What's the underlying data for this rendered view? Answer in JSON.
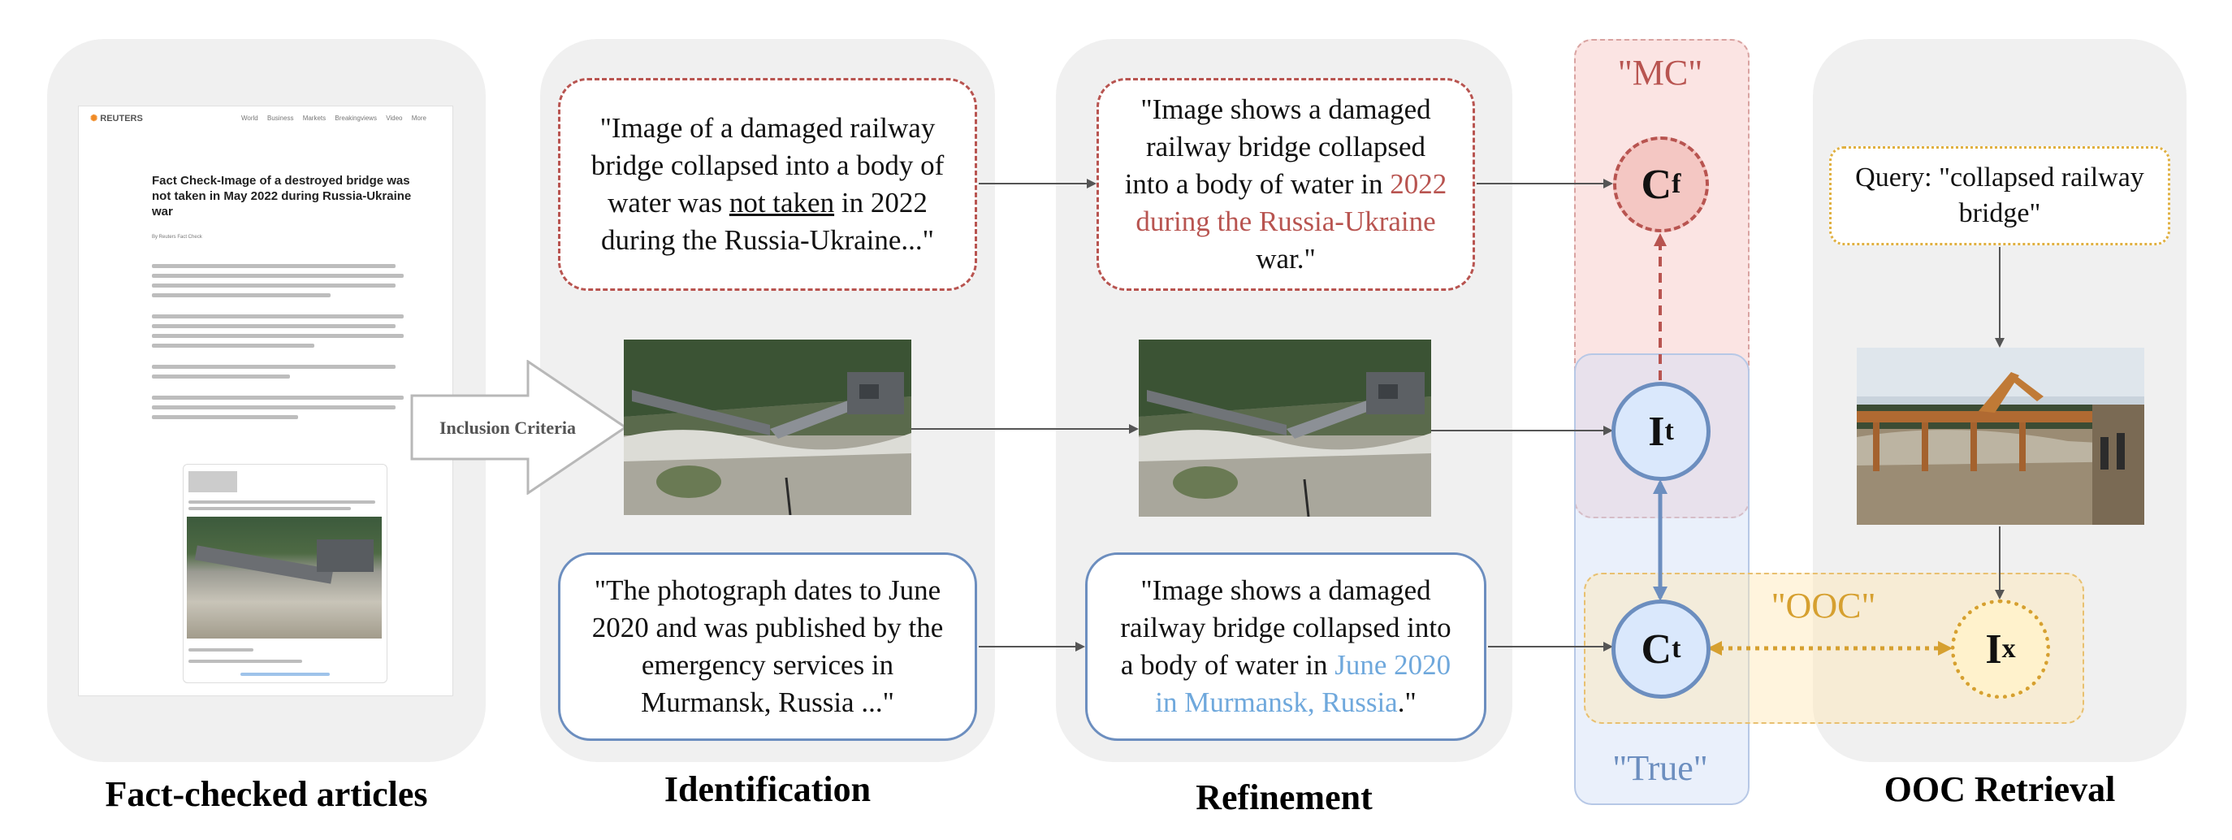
{
  "sections": {
    "fact_checked": "Fact-checked articles",
    "identification": "Identification",
    "refinement": "Refinement",
    "ooc_retrieval": "OOC Retrieval"
  },
  "article": {
    "logo": "REUTERS",
    "nav": [
      "World",
      "Business",
      "Markets",
      "Breakingviews",
      "Video",
      "More"
    ],
    "headline": "Fact Check-Image of a destroyed bridge was not taken in May 2022 during Russia-Ukraine war",
    "byline": "By Reuters Fact Check"
  },
  "inclusion_criteria": "Inclusion Criteria",
  "identification": {
    "false_caption_parts": [
      "\"Image of a damaged railway bridge collapsed into a body of water was ",
      "not taken",
      " in 2022 during the Russia-Ukraine...\""
    ],
    "true_caption": "\"The photograph dates to June 2020 and was published by the emergency services in Murmansk, Russia ...\""
  },
  "refinement": {
    "false_caption_parts": [
      "\"Image shows a damaged railway bridge collapsed into a body of water in ",
      "2022 during the Russia-Ukraine",
      " war.\""
    ],
    "true_caption_parts": [
      "\"Image shows a damaged railway bridge collapsed into a body of water in ",
      "June 2020 in Murmansk, Russia",
      ".\""
    ]
  },
  "labels": {
    "mc": "\"MC\"",
    "true": "\"True\"",
    "ooc": "\"OOC\""
  },
  "nodes": {
    "cf": {
      "main": "C",
      "sub": "f"
    },
    "it": {
      "main": "I",
      "sub": "t"
    },
    "ct": {
      "main": "C",
      "sub": "t"
    },
    "ix": {
      "main": "I",
      "sub": "x"
    }
  },
  "query": "Query: \"collapsed railway bridge\"",
  "colors": {
    "red": "#b85450",
    "blue": "#6c8ebf",
    "orange": "#d6a030",
    "panel": "#f0f0f0"
  }
}
